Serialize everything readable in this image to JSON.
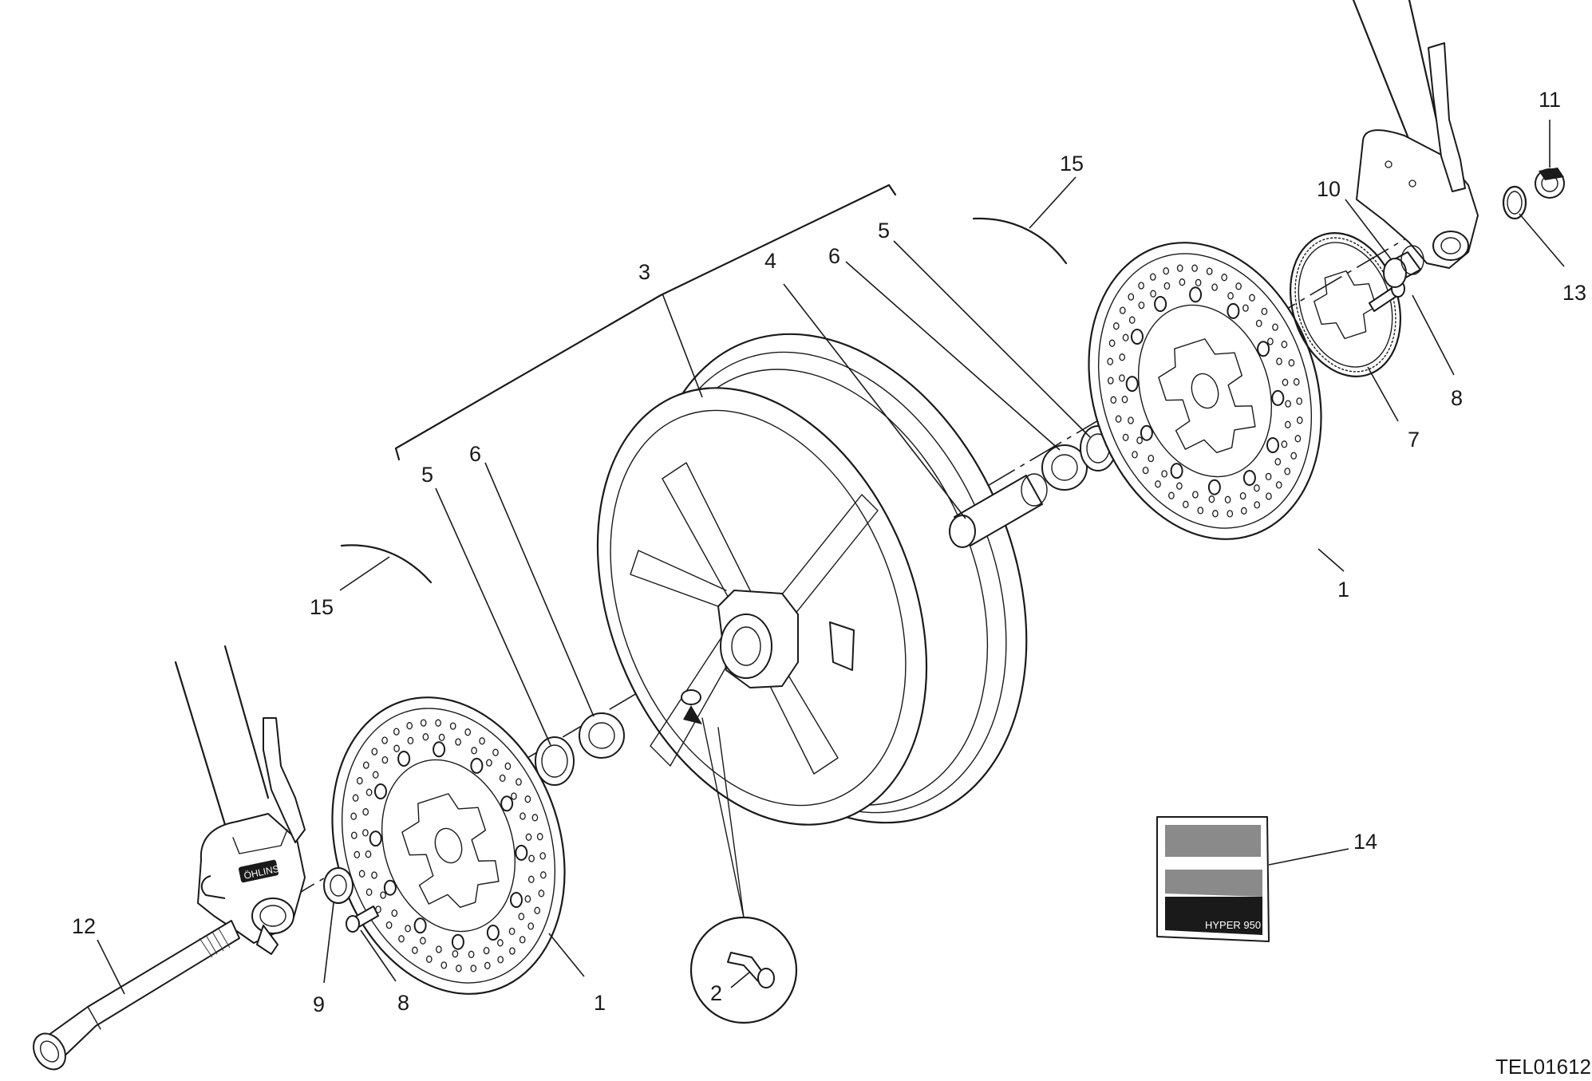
{
  "diagram": {
    "drawing_code": "TEL01612",
    "callouts": [
      {
        "id": "c1a",
        "label": "1"
      },
      {
        "id": "c1b",
        "label": "1"
      },
      {
        "id": "c2",
        "label": "2"
      },
      {
        "id": "c3",
        "label": "3"
      },
      {
        "id": "c4",
        "label": "4"
      },
      {
        "id": "c5a",
        "label": "5"
      },
      {
        "id": "c5b",
        "label": "5"
      },
      {
        "id": "c6a",
        "label": "6"
      },
      {
        "id": "c6b",
        "label": "6"
      },
      {
        "id": "c7",
        "label": "7"
      },
      {
        "id": "c8a",
        "label": "8"
      },
      {
        "id": "c8b",
        "label": "8"
      },
      {
        "id": "c9",
        "label": "9"
      },
      {
        "id": "c10",
        "label": "10"
      },
      {
        "id": "c11",
        "label": "11"
      },
      {
        "id": "c12",
        "label": "12"
      },
      {
        "id": "c13",
        "label": "13"
      },
      {
        "id": "c14",
        "label": "14"
      },
      {
        "id": "c15a",
        "label": "15"
      },
      {
        "id": "c15b",
        "label": "15"
      }
    ],
    "decal_text": "HYPER 950",
    "fork_brand": "ÖHLINS"
  }
}
